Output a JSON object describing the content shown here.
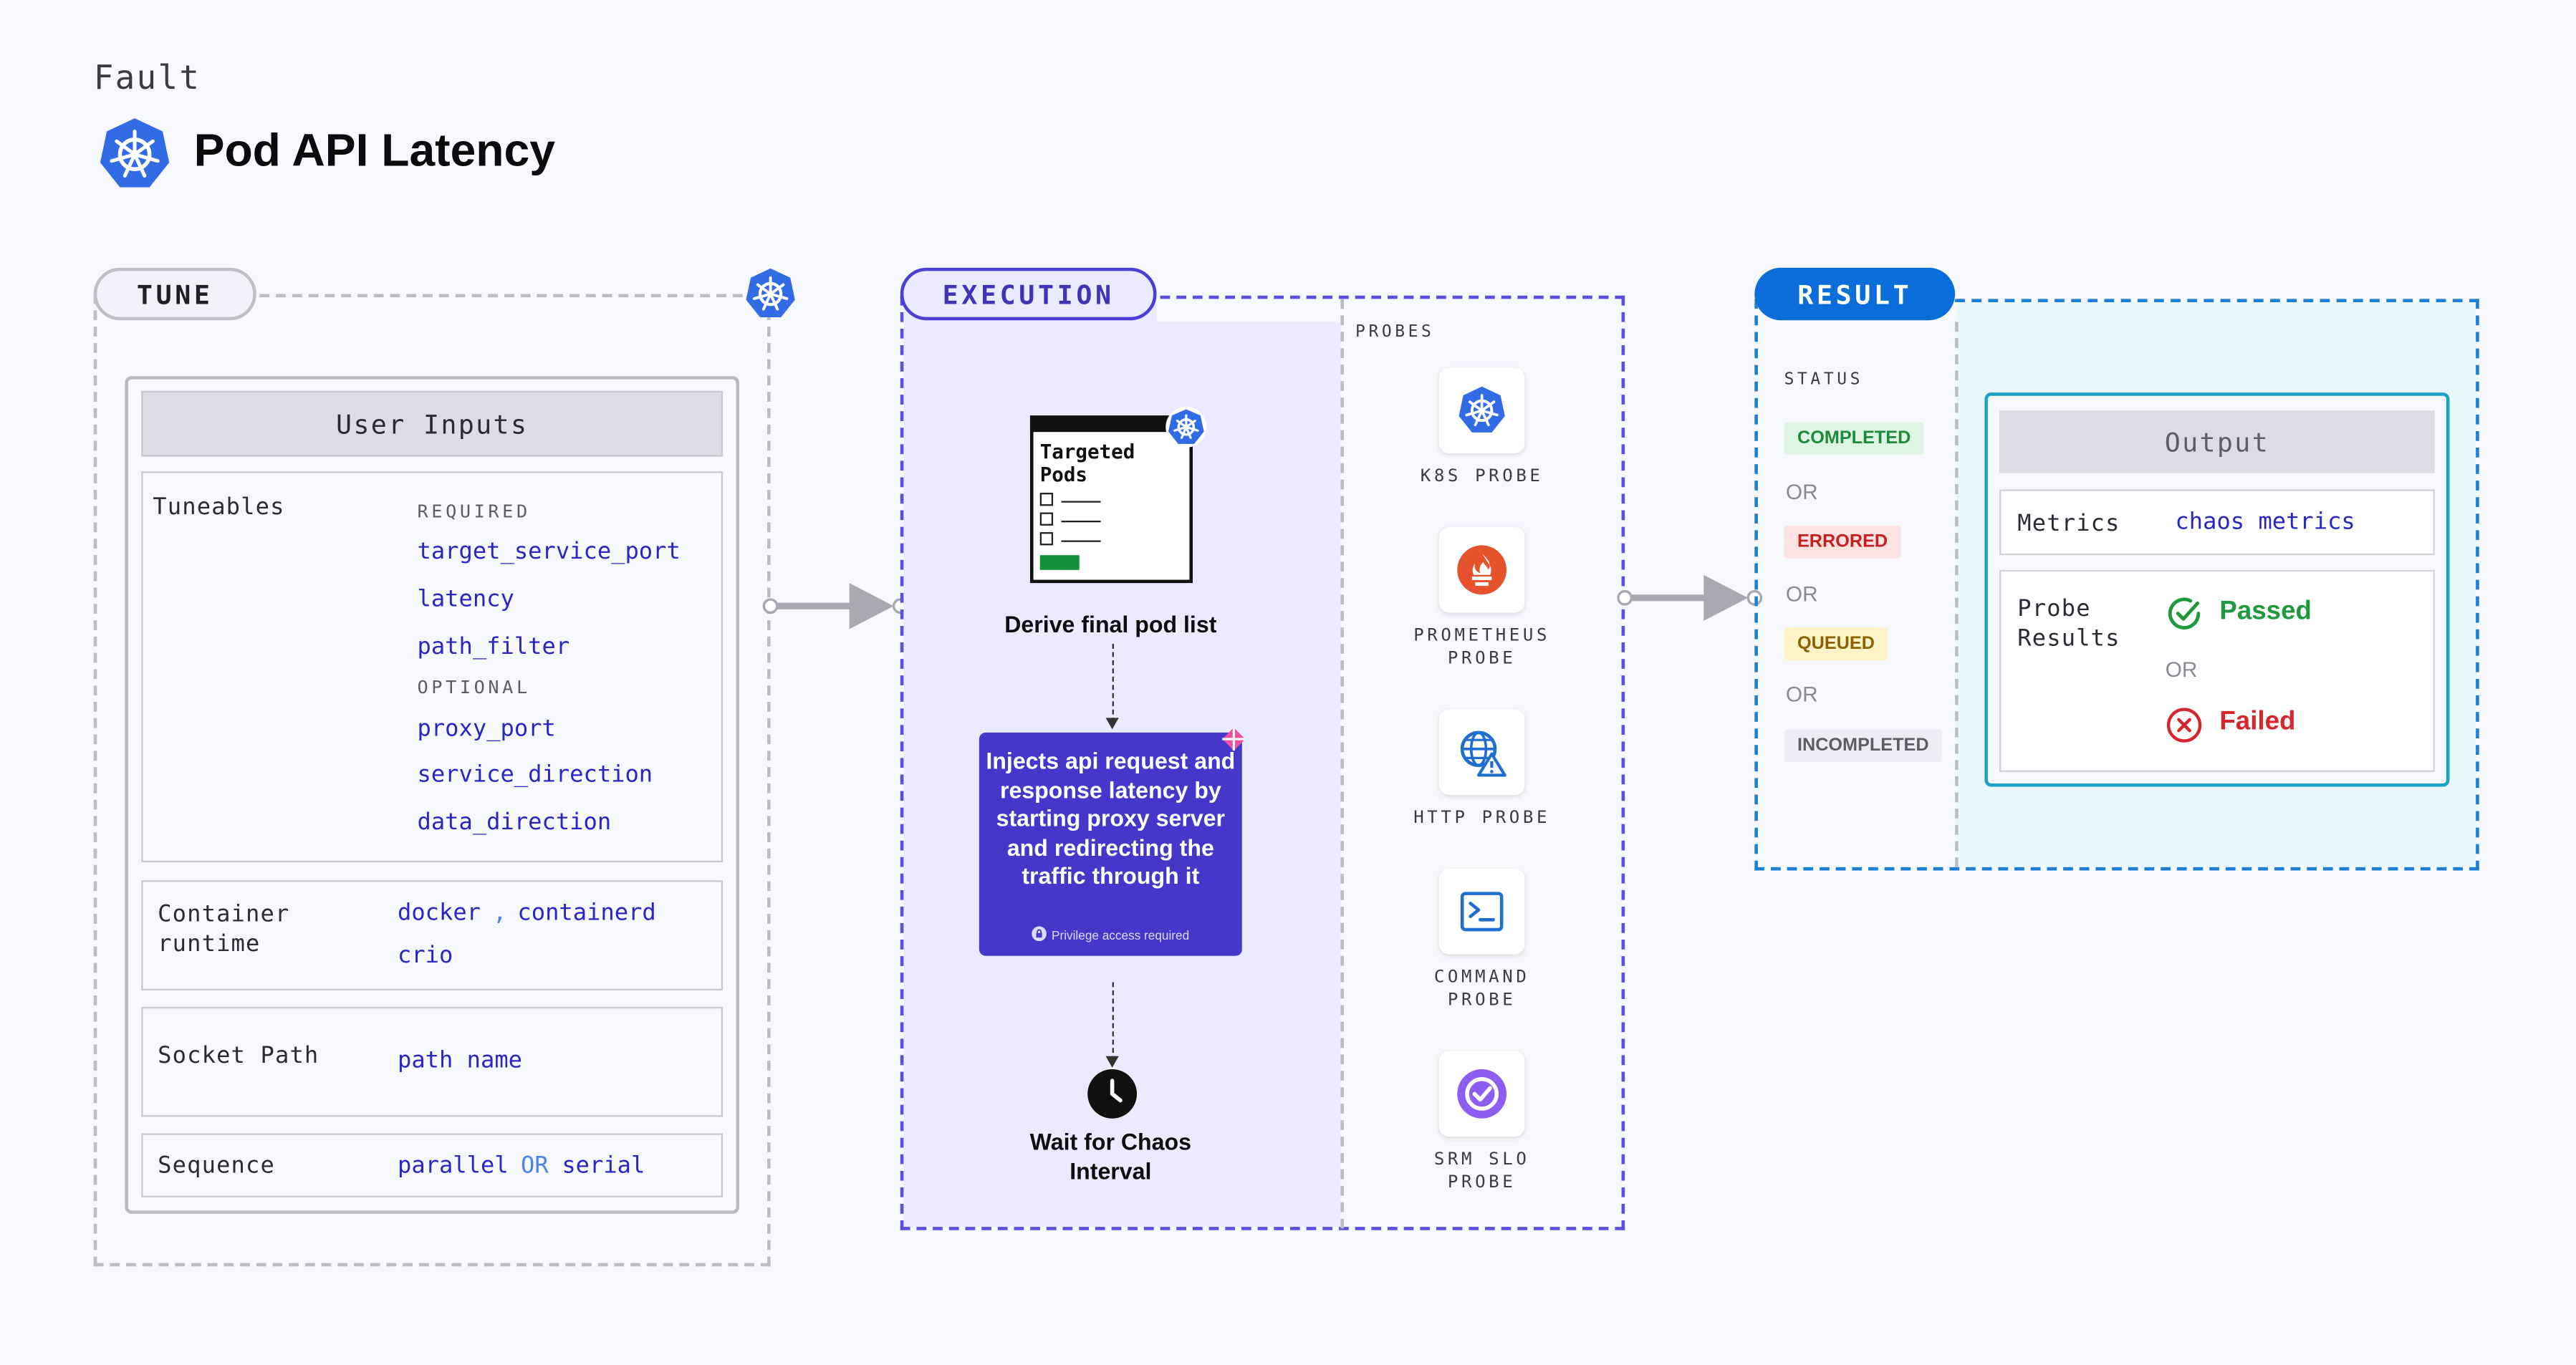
{
  "header": {
    "category": "Fault",
    "title": "Pod API Latency",
    "icon": "kubernetes-icon"
  },
  "colors": {
    "kubernetes_blue": "#326ce5",
    "execution_accent": "#4c3fd6",
    "result_accent": "#0a6dd9",
    "value_text": "#2a25c6"
  },
  "tune": {
    "label": "TUNE",
    "user_inputs": {
      "title": "User Inputs",
      "tuneables": {
        "label": "Tuneables",
        "required_caption": "REQUIRED",
        "required": [
          "target_service_port",
          "latency",
          "path_filter"
        ],
        "optional_caption": "OPTIONAL",
        "optional": [
          "proxy_port",
          "service_direction",
          "data_direction"
        ]
      },
      "container_runtime": {
        "label_line1": "Container",
        "label_line2": "runtime",
        "value1": "docker",
        "separator": ",",
        "value2": "containerd",
        "value3": "crio"
      },
      "socket_path": {
        "label": "Socket Path",
        "value": "path name"
      },
      "sequence": {
        "label": "Sequence",
        "value1": "parallel",
        "separator": "OR",
        "value2": "serial"
      }
    }
  },
  "execution": {
    "label": "EXECUTION",
    "targeted_pods_line1": "Targeted",
    "targeted_pods_line2": "Pods",
    "derive_label": "Derive final pod list",
    "inject_text": "Injects api request and response latency by starting proxy server and redirecting the traffic through it",
    "privilege_note": "Privilege access required",
    "wait_line1": "Wait for Chaos",
    "wait_line2": "Interval",
    "probes_caption": "PROBES",
    "probes": [
      {
        "line1": "K8S PROBE",
        "line2": "",
        "icon": "kubernetes-icon"
      },
      {
        "line1": "PROMETHEUS",
        "line2": "PROBE",
        "icon": "prometheus-icon"
      },
      {
        "line1": "HTTP PROBE",
        "line2": "",
        "icon": "globe-warning-icon"
      },
      {
        "line1": "COMMAND",
        "line2": "PROBE",
        "icon": "terminal-icon"
      },
      {
        "line1": "SRM SLO",
        "line2": "PROBE",
        "icon": "slo-gauge-icon"
      }
    ]
  },
  "result": {
    "label": "RESULT",
    "status_caption": "STATUS",
    "statuses": [
      "COMPLETED",
      "ERRORED",
      "QUEUED",
      "INCOMPLETED"
    ],
    "or_text": "OR",
    "output": {
      "title": "Output",
      "metrics_label": "Metrics",
      "metrics_value": "chaos metrics",
      "probe_results_line1": "Probe",
      "probe_results_line2": "Results",
      "passed": "Passed",
      "or_text": "OR",
      "failed": "Failed"
    }
  }
}
